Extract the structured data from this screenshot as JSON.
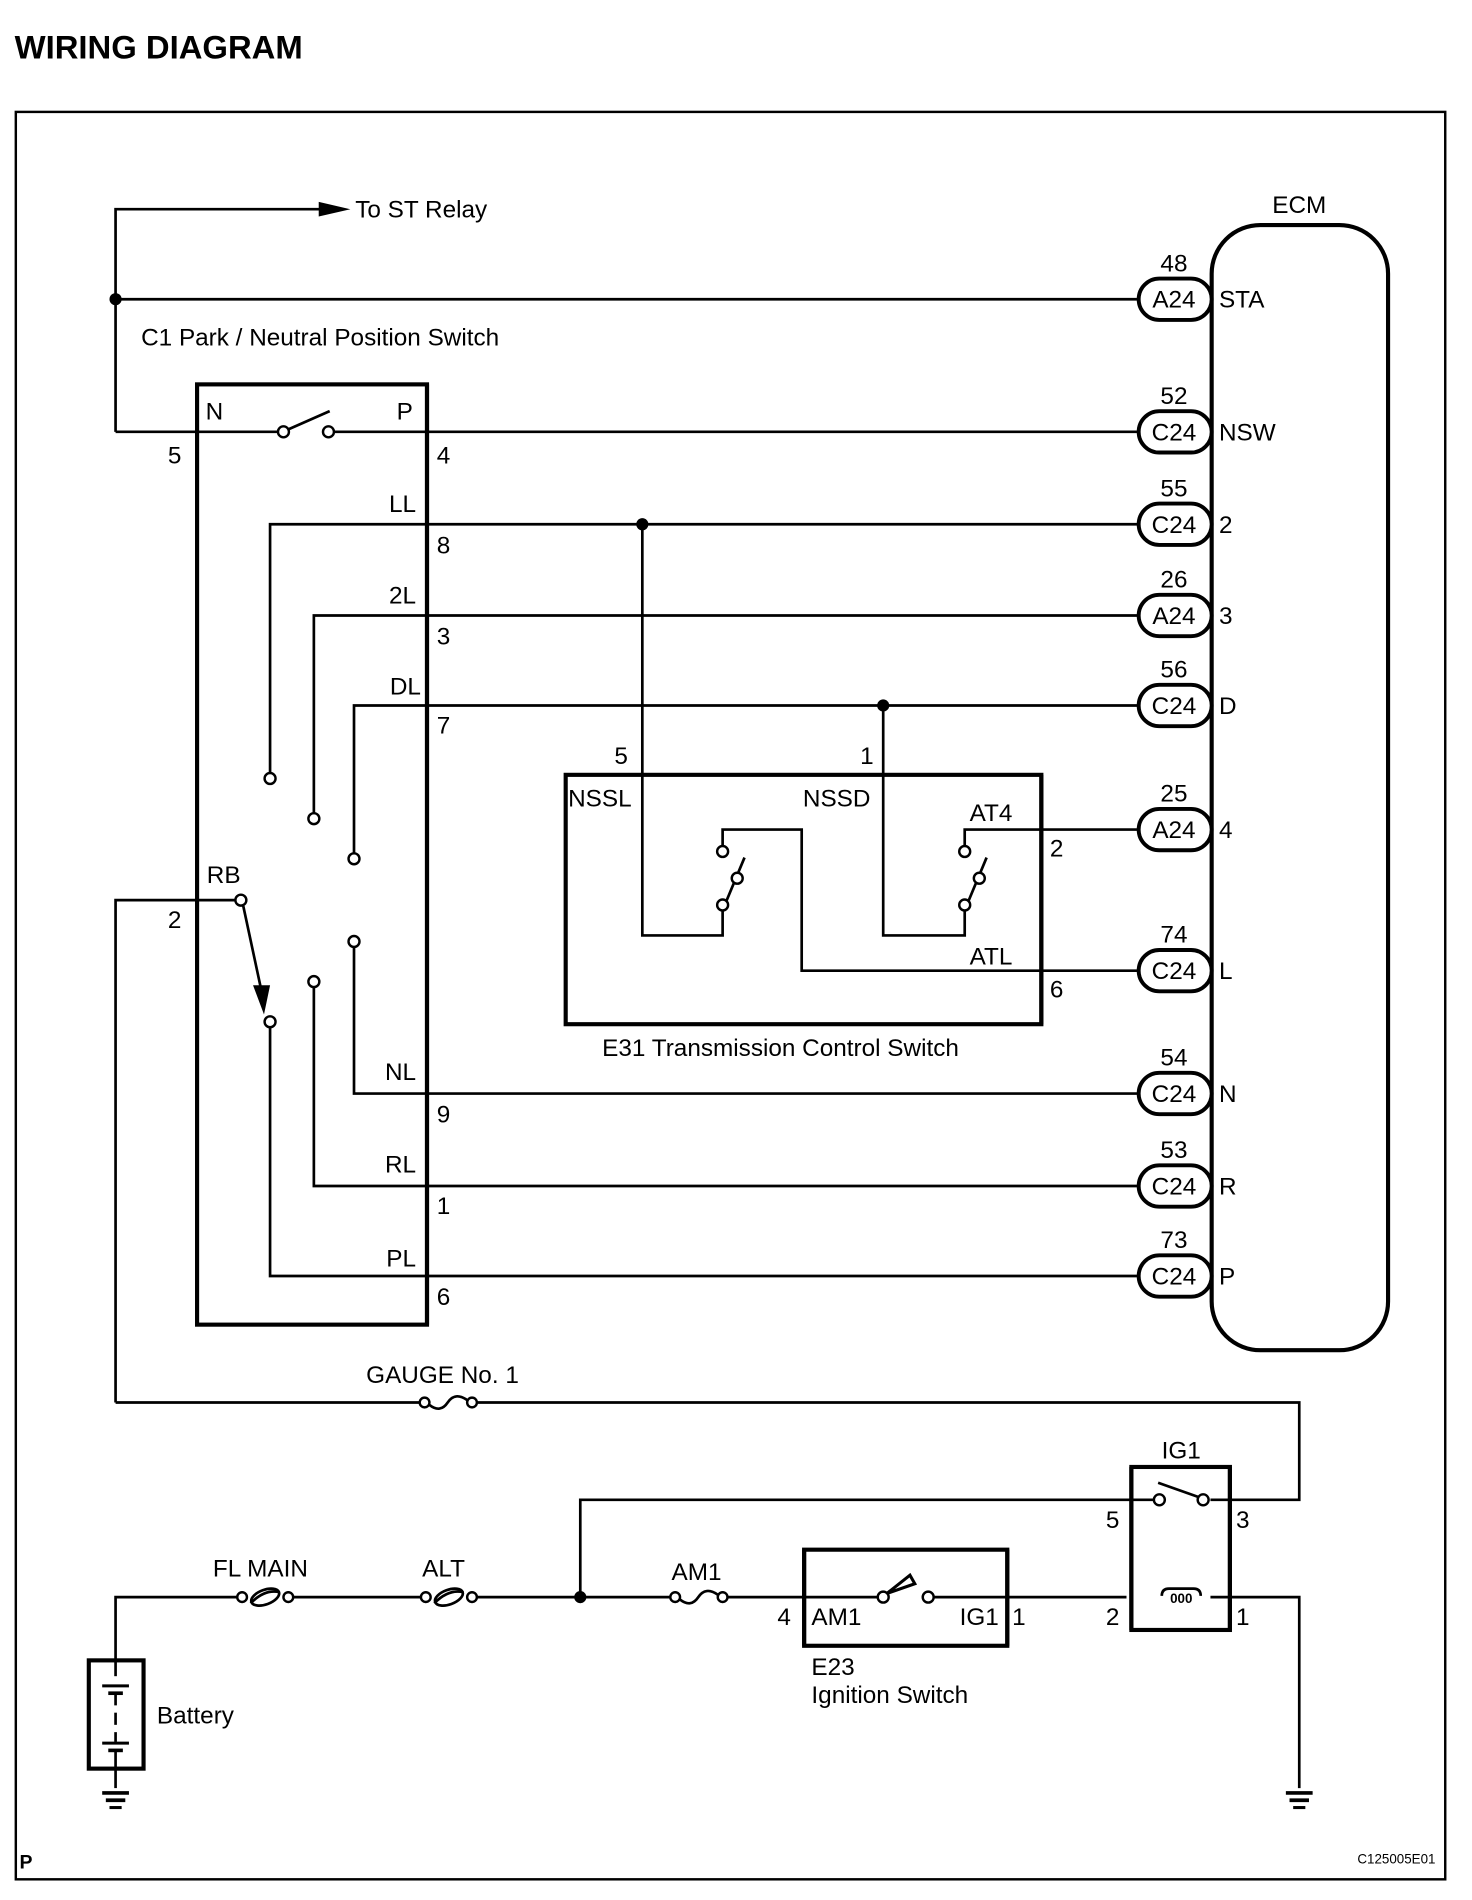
{
  "title": "WIRING DIAGRAM",
  "corner_mark": "P",
  "figure_id": "C125005E01",
  "to_st_relay": "To ST Relay",
  "ecm": {
    "label": "ECM",
    "pins": [
      {
        "pin": "48",
        "connector": "A24",
        "signal": "STA"
      },
      {
        "pin": "52",
        "connector": "C24",
        "signal": "NSW"
      },
      {
        "pin": "55",
        "connector": "C24",
        "signal": "2"
      },
      {
        "pin": "26",
        "connector": "A24",
        "signal": "3"
      },
      {
        "pin": "56",
        "connector": "C24",
        "signal": "D"
      },
      {
        "pin": "25",
        "connector": "A24",
        "signal": "4"
      },
      {
        "pin": "74",
        "connector": "C24",
        "signal": "L"
      },
      {
        "pin": "54",
        "connector": "C24",
        "signal": "N"
      },
      {
        "pin": "53",
        "connector": "C24",
        "signal": "R"
      },
      {
        "pin": "73",
        "connector": "C24",
        "signal": "P"
      }
    ]
  },
  "c1_switch": {
    "label": "C1 Park / Neutral Position Switch",
    "terminals": [
      {
        "name": "N",
        "pin": "5"
      },
      {
        "name": "P",
        "pin": "4"
      },
      {
        "name": "LL",
        "pin": "8"
      },
      {
        "name": "2L",
        "pin": "3"
      },
      {
        "name": "DL",
        "pin": "7"
      },
      {
        "name": "RB",
        "pin": "2"
      },
      {
        "name": "NL",
        "pin": "9"
      },
      {
        "name": "RL",
        "pin": "1"
      },
      {
        "name": "PL",
        "pin": "6"
      }
    ]
  },
  "e31_switch": {
    "label": "E31 Transmission Control Switch",
    "terminals": [
      {
        "name": "NSSL",
        "pin": "5"
      },
      {
        "name": "NSSD",
        "pin": "1"
      },
      {
        "name": "AT4",
        "pin": "2"
      },
      {
        "name": "ATL",
        "pin": "6"
      }
    ]
  },
  "fuses": {
    "gauge": "GAUGE No. 1",
    "fl_main": "FL MAIN",
    "alt": "ALT",
    "am1": "AM1"
  },
  "ignition_switch": {
    "id": "E23",
    "label": "Ignition Switch",
    "term_in": "AM1",
    "term_out": "IG1",
    "pin_in": "4",
    "pin_out": "1"
  },
  "ig1_relay": {
    "label": "IG1",
    "pins": {
      "switch_in": "5",
      "switch_out": "3",
      "coil_in": "2",
      "coil_out": "1"
    }
  },
  "battery": {
    "label": "Battery"
  }
}
